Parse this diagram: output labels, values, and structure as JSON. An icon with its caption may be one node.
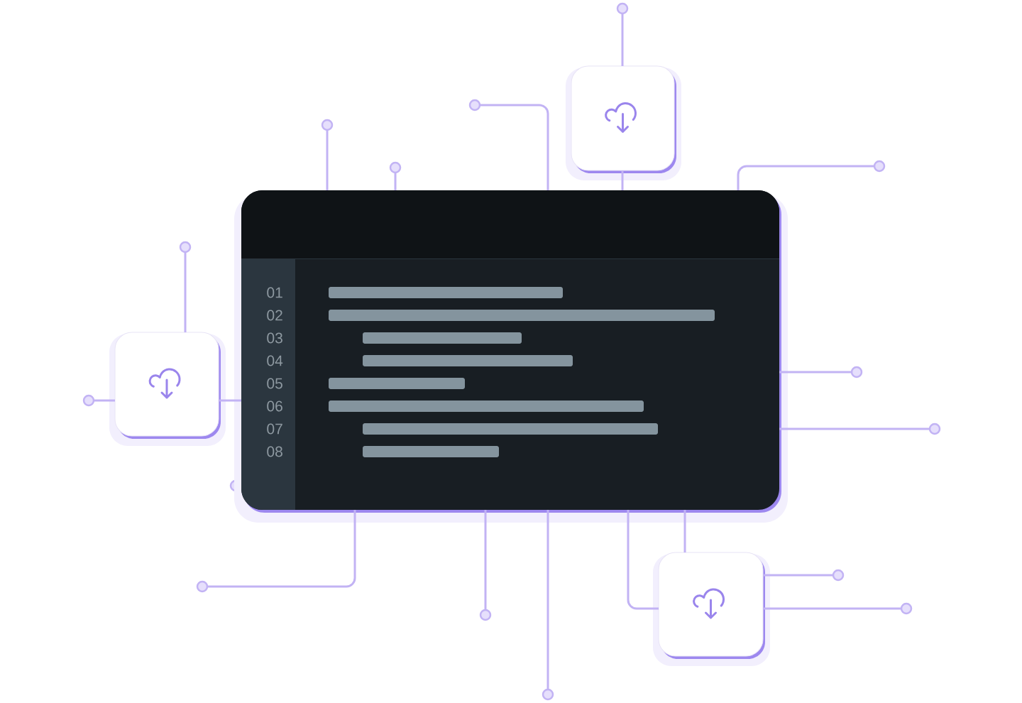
{
  "diagram": {
    "nodes": [
      {
        "text": [
          "01",
          "02",
          "03",
          "04",
          "05",
          "06",
          "07",
          "08"
        ]
      },
      {
        "text": [],
        "shape": "box"
      },
      {
        "text": [],
        "shape": "box"
      },
      {
        "text": [],
        "shape": "box"
      },
      {
        "text": [],
        "shape": "circle"
      },
      {
        "text": [],
        "shape": "circle"
      },
      {
        "text": [],
        "shape": "circle"
      },
      {
        "text": [],
        "shape": "circle"
      },
      {
        "text": [],
        "shape": "circle"
      },
      {
        "text": [],
        "shape": "circle"
      },
      {
        "text": [],
        "shape": "circle"
      },
      {
        "text": [],
        "shape": "circle"
      },
      {
        "text": [],
        "shape": "circle"
      },
      {
        "text": [],
        "shape": "circle"
      },
      {
        "text": [],
        "shape": "circle"
      },
      {
        "text": [],
        "shape": "circle"
      },
      {
        "text": [],
        "shape": "circle"
      },
      {
        "text": [],
        "shape": "circle"
      }
    ],
    "edges": [
      {
        "from": 4,
        "to": 1,
        "arrow": "none"
      },
      {
        "from": 1,
        "to": 0,
        "arrow": "none"
      },
      {
        "from": 5,
        "to": 0,
        "arrow": "none"
      },
      {
        "from": 6,
        "to": 0,
        "arrow": "none"
      },
      {
        "from": 8,
        "to": 0,
        "arrow": "none"
      },
      {
        "from": 7,
        "to": 0,
        "arrow": "none"
      },
      {
        "from": 9,
        "to": 2,
        "arrow": "none"
      },
      {
        "from": 11,
        "to": 2,
        "arrow": "none"
      },
      {
        "from": 2,
        "to": 0,
        "arrow": "none"
      },
      {
        "from": 0,
        "to": 10,
        "arrow": "none"
      },
      {
        "from": 0,
        "to": 12,
        "arrow": "none"
      },
      {
        "from": 0,
        "to": 14,
        "arrow": "none"
      },
      {
        "from": 0,
        "to": 16,
        "arrow": "none"
      },
      {
        "from": 0,
        "to": 17,
        "arrow": "none"
      },
      {
        "from": 0,
        "to": 3,
        "arrow": "none"
      },
      {
        "from": 0,
        "to": 3,
        "arrow": "none"
      },
      {
        "from": 3,
        "to": 13,
        "arrow": "none"
      },
      {
        "from": 3,
        "to": 15,
        "arrow": "none"
      }
    ]
  }
}
